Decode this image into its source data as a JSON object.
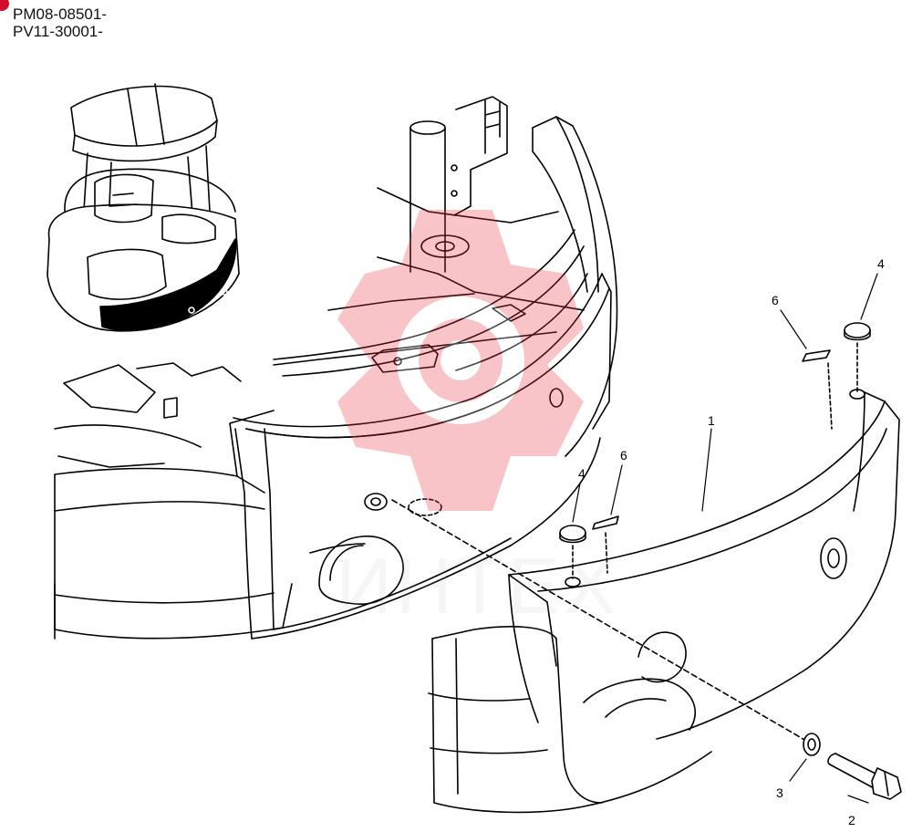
{
  "header": {
    "serial_1": "PM08-08501-",
    "serial_2": "PV11-30001-"
  },
  "callouts": [
    "1",
    "2",
    "3",
    "4",
    "4",
    "6",
    "6"
  ],
  "watermark": {
    "text": "ИНТЕХ",
    "color": "#e8303a"
  },
  "colors": {
    "line": "#000000",
    "accent": "#d0102a"
  }
}
